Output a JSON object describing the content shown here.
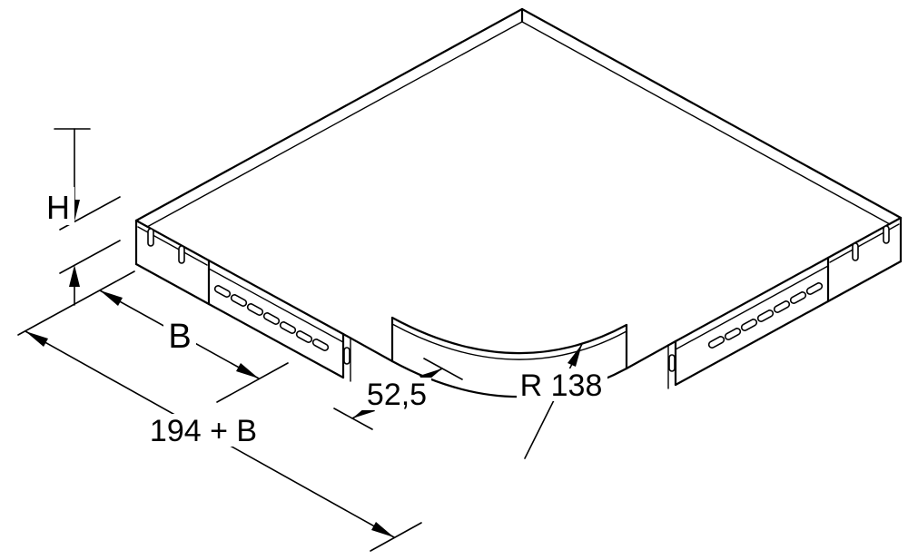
{
  "page": {
    "background": "#ffffff",
    "line_color": "#000000"
  },
  "drawing": {
    "labels": {
      "height": "H",
      "width": "B",
      "overall_length": "194 + B",
      "straight_segment": "52,5",
      "radius": "R 138"
    }
  }
}
